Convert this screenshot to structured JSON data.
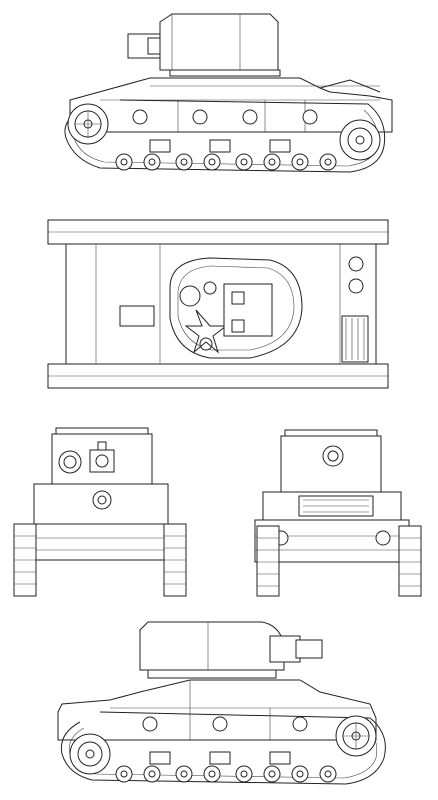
{
  "drawing": {
    "subject": "",
    "line_color": "#222222",
    "background": "#ffffff",
    "views": [
      {
        "key": "side_left",
        "icon": "tank-side-view-icon"
      },
      {
        "key": "top",
        "icon": "tank-top-view-icon"
      },
      {
        "key": "front",
        "icon": "tank-front-view-icon"
      },
      {
        "key": "rear",
        "icon": "tank-rear-view-icon"
      },
      {
        "key": "side_right",
        "icon": "tank-side-view-icon"
      }
    ]
  }
}
